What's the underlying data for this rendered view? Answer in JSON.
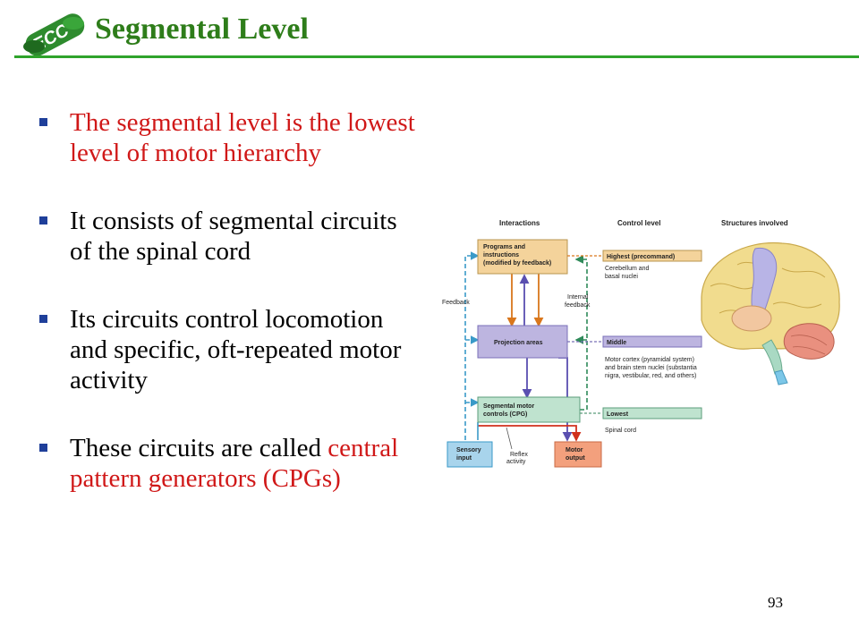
{
  "slide": {
    "title": "Segmental Level",
    "logo_text": "ECC",
    "page_number": "93"
  },
  "bullets": [
    {
      "red": "The segmental level is the lowest level of motor hierarchy"
    },
    {
      "black": "It consists of segmental circuits of the spinal cord"
    },
    {
      "black": "Its circuits control locomotion and specific, oft-repeated motor activity"
    },
    {
      "black": "These circuits are called ",
      "red": "central pattern generators (CPGs)"
    }
  ],
  "figure": {
    "headers": {
      "interactions": "Interactions",
      "control_level": "Control level",
      "structures": "Structures involved"
    },
    "boxes": {
      "programs": [
        "Programs and",
        "instructions",
        "(modified by feedback)"
      ],
      "projection": "Projection areas",
      "segmental": [
        "Segmental motor",
        "controls (CPG)"
      ],
      "sensory": [
        "Sensory",
        "input"
      ],
      "motor": [
        "Motor",
        "output"
      ]
    },
    "labels": {
      "feedback": "Feedback",
      "internal_feedback": [
        "Internal",
        "feedback"
      ],
      "reflex_activity": [
        "Reflex",
        "activity"
      ]
    },
    "levels": {
      "highest": "Highest (precommand)",
      "highest_desc": [
        "Cerebellum and",
        "basal nuclei"
      ],
      "middle": "Middle",
      "middle_desc": [
        "Motor cortex (pyramidal system)",
        "and brain stem nuclei (substantia",
        "nigra, vestibular, red, and others)"
      ],
      "lowest": "Lowest",
      "lowest_desc": "Spinal cord"
    },
    "colors": {
      "tan": "#f4d39b",
      "purple": "#bdb5e0",
      "green": "#bfe3cf",
      "blue": "#a8d4ec",
      "salmon": "#f3a07d"
    }
  }
}
